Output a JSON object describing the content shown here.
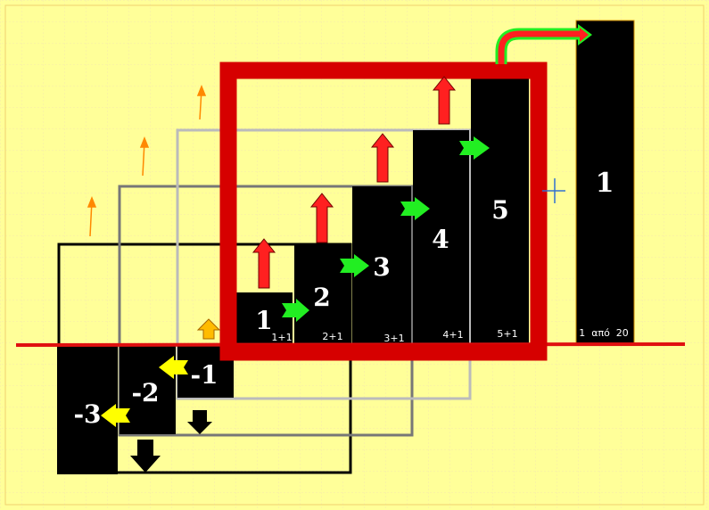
{
  "colors": {
    "background": "#ffff99",
    "bar": "#000000",
    "highlight_frame": "#d60000",
    "up_arrow": "#ff2020",
    "right_arrow": "#22ee22",
    "left_arrow": "#ffff00",
    "axis": "#e01010"
  },
  "positive_bars": [
    {
      "value": "1",
      "label": "1+1"
    },
    {
      "value": "2",
      "label": "2+1"
    },
    {
      "value": "3",
      "label": "3+1"
    },
    {
      "value": "4",
      "label": "4+1"
    },
    {
      "value": "5",
      "label": "5+1"
    }
  ],
  "negative_bars": [
    {
      "value": "-1"
    },
    {
      "value": "-2"
    },
    {
      "value": "-3"
    }
  ],
  "result_bar": {
    "value": "1",
    "label": "1  από  20"
  }
}
